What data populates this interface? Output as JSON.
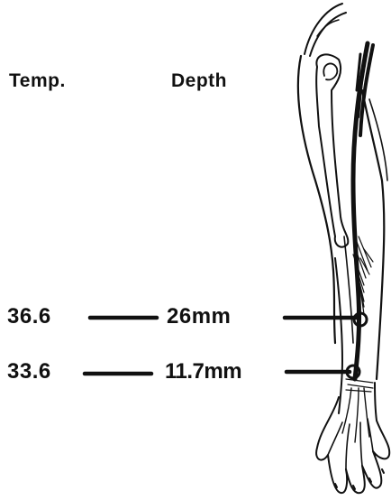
{
  "headers": {
    "temp": "Temp.",
    "depth": "Depth"
  },
  "measurements": [
    {
      "temp": "36.6",
      "depth": "26mm"
    },
    {
      "temp": "33.6",
      "depth": "11.7mm"
    }
  ],
  "colors": {
    "ink": "#111111",
    "background": "#ffffff"
  }
}
